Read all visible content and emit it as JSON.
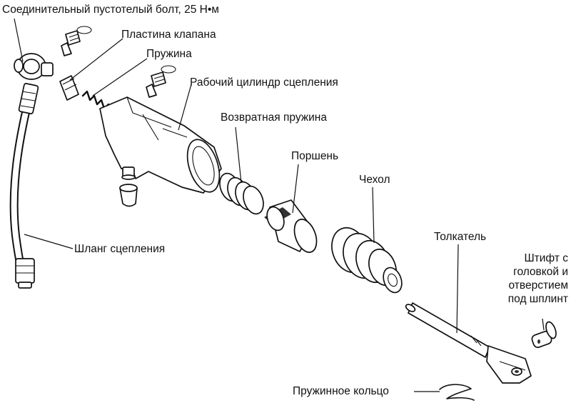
{
  "labels": {
    "banjo_bolt": "Соединительный пустотелый болт, 25 Н•м",
    "valve_plate": "Пластина клапана",
    "spring": "Пружина",
    "slave_cylinder": "Рабочий цилиндр сцепления",
    "return_spring": "Возвратная пружина",
    "piston": "Поршень",
    "boot": "Чехол",
    "pushrod": "Толкатель",
    "clevis_pin_1": "Штифт с",
    "clevis_pin_2": "головкой и",
    "clevis_pin_3": "отверстием",
    "clevis_pin_4": "под шплинт",
    "clutch_hose": "Шланг сцепления",
    "snap_ring": "Пружинное кольцо"
  }
}
